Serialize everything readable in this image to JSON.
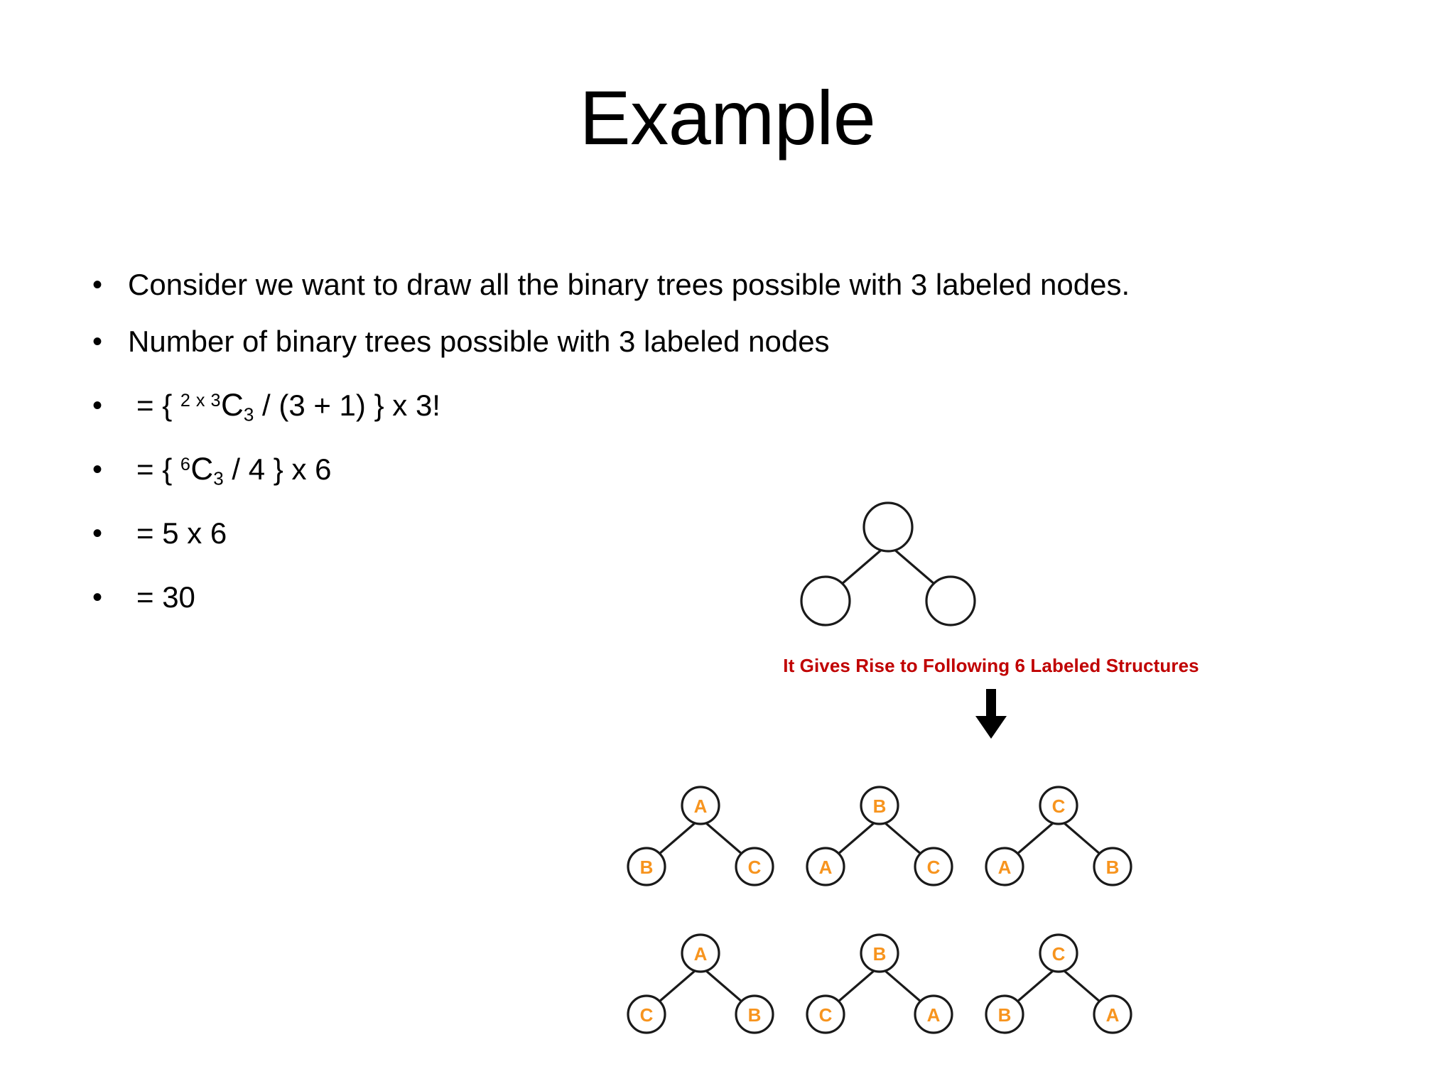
{
  "slide": {
    "title": "Example"
  },
  "bullets": [
    {
      "marker": "•",
      "text": "Consider we want to draw all the binary trees possible with 3 labeled nodes.",
      "kind": "plain"
    },
    {
      "marker": "•",
      "text": "Number of binary trees possible with 3 labeled nodes",
      "kind": "plain"
    },
    {
      "marker": "•",
      "text": "= { 2 x 3C3 / (3 + 1) } x 3!",
      "kind": "formula",
      "parts": {
        "pre": "= { ",
        "sup": "2 x 3",
        "base": "C",
        "sub": "3",
        "post": " / (3 + 1) } x 3!"
      }
    },
    {
      "marker": "•",
      "text": "= { 6C3 / 4 } x 6",
      "kind": "formula",
      "parts": {
        "pre": "= { ",
        "sup": "6",
        "base": "C",
        "sub": "3",
        "post": " / 4 } x 6"
      }
    },
    {
      "marker": "•",
      "text": "= 5 x 6",
      "kind": "plain"
    },
    {
      "marker": "•",
      "text": "= 30",
      "kind": "plain"
    }
  ],
  "figure": {
    "caption": "It Gives Rise to Following 6 Labeled Structures",
    "caption_color": "#c00000",
    "node_label_color": "#f7941e",
    "node_stroke_color": "#1a1a1a",
    "arrow": "down-arrow",
    "unlabeled_tree": {
      "root": "",
      "left": "",
      "right": ""
    },
    "labeled_trees": [
      {
        "root": "A",
        "left": "B",
        "right": "C"
      },
      {
        "root": "B",
        "left": "A",
        "right": "C"
      },
      {
        "root": "C",
        "left": "A",
        "right": "B"
      },
      {
        "root": "A",
        "left": "C",
        "right": "B"
      },
      {
        "root": "B",
        "left": "C",
        "right": "A"
      },
      {
        "root": "C",
        "left": "B",
        "right": "A"
      }
    ]
  }
}
